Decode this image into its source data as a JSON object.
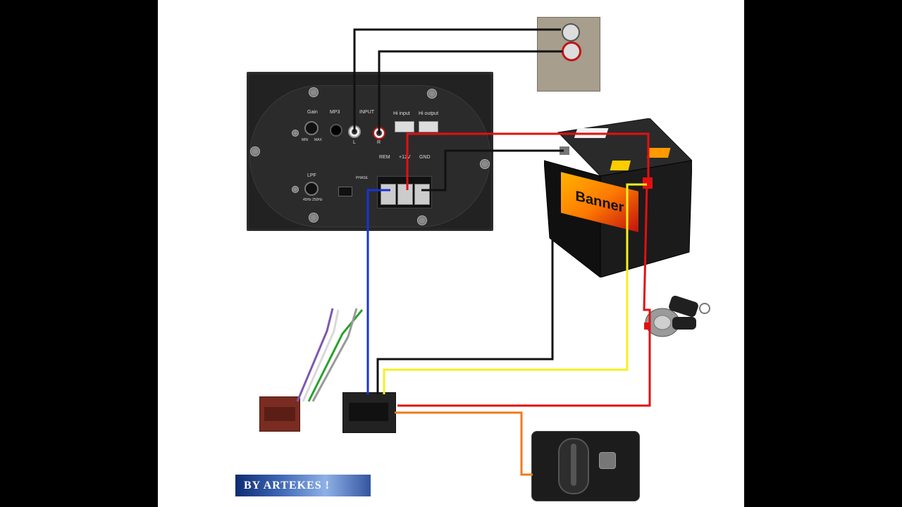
{
  "amplifier": {
    "gain_label": "Gain",
    "mp3_label": "MP3",
    "input_label": "INPUT",
    "hi_input_label": "Hi input",
    "hi_output_label": "Hi output",
    "min_label": "MIN",
    "max_label": "MAX",
    "l_label": "L",
    "r_label": "R",
    "rem_label": "REM",
    "plus12v_label": "+12V",
    "gnd_label": "GND",
    "lpf_label": "LPF",
    "lpf_range_label": "45Hz 250Hz",
    "phase_label": "PHASE"
  },
  "battery": {
    "brand_text": "Banner"
  },
  "credit": {
    "text": "BY ARTEKES !"
  },
  "colors": {
    "black": "#111111",
    "red": "#e31010",
    "blue": "#1a33d6",
    "yellow": "#f4f020",
    "orange": "#f07a18"
  }
}
